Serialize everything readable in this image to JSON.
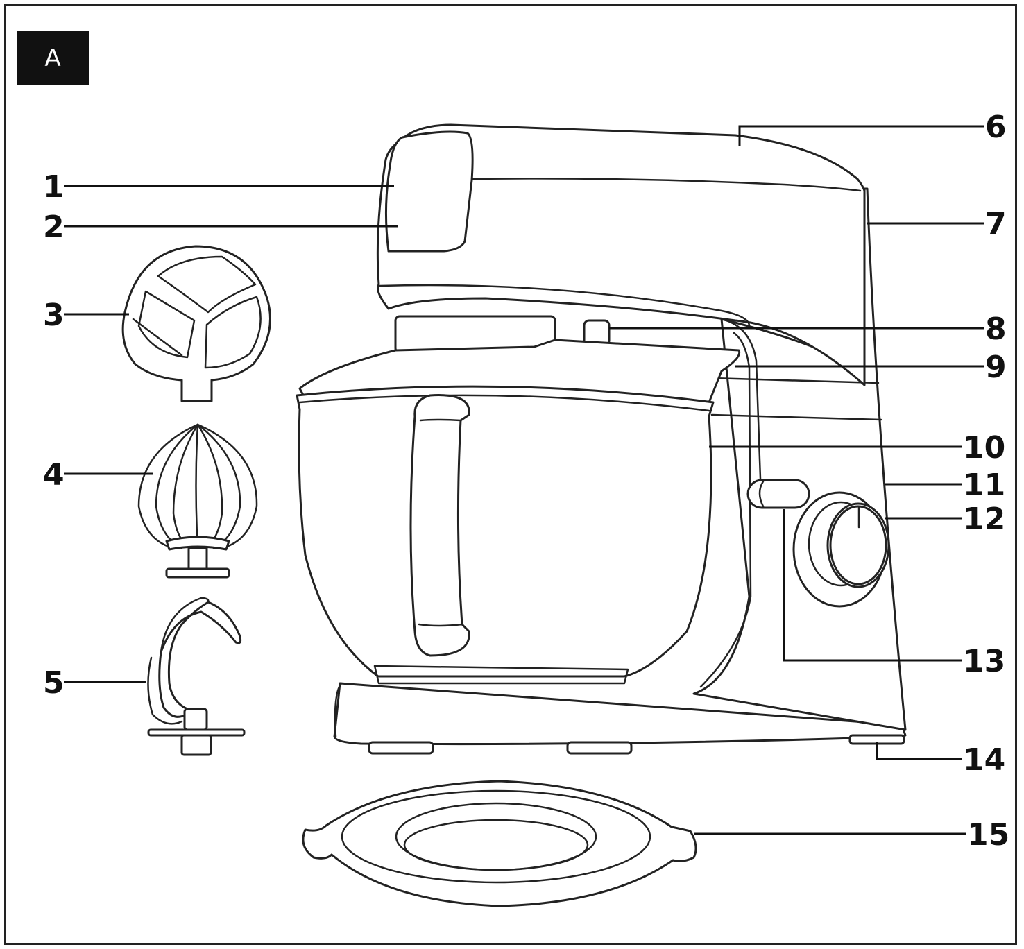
{
  "figure": {
    "badge_label": "A",
    "callouts": [
      {
        "id": "1",
        "label": "1"
      },
      {
        "id": "2",
        "label": "2"
      },
      {
        "id": "3",
        "label": "3"
      },
      {
        "id": "4",
        "label": "4"
      },
      {
        "id": "5",
        "label": "5"
      },
      {
        "id": "6",
        "label": "6"
      },
      {
        "id": "7",
        "label": "7"
      },
      {
        "id": "8",
        "label": "8"
      },
      {
        "id": "9",
        "label": "9"
      },
      {
        "id": "10",
        "label": "10"
      },
      {
        "id": "11",
        "label": "11"
      },
      {
        "id": "12",
        "label": "12"
      },
      {
        "id": "13",
        "label": "13"
      },
      {
        "id": "14",
        "label": "14"
      },
      {
        "id": "15",
        "label": "15"
      }
    ]
  },
  "colors": {
    "line": "#222222",
    "badge_bg": "#111111",
    "badge_text": "#ffffff"
  }
}
